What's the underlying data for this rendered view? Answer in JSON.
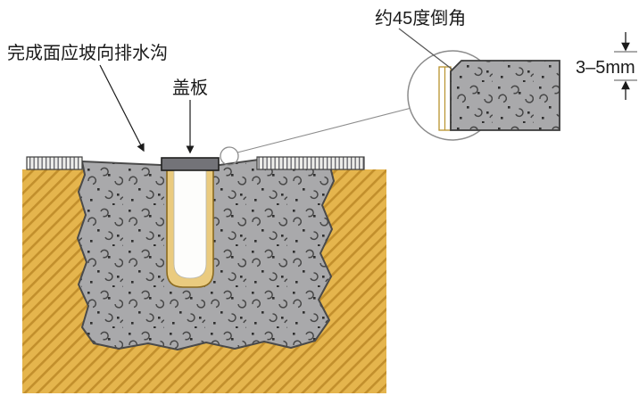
{
  "diagram": {
    "labels": {
      "finished_surface": "完成面应坡向排水沟",
      "cover_plate": "盖板",
      "chamfer_note": "约45度倒角",
      "gap_dimension": "3–5mm"
    },
    "colors": {
      "earth": "#E5B54D",
      "earth_hatch": "#C28F2C",
      "concrete": "#A9A9AB",
      "cover_plate": "#737378",
      "channel_wall": "#EACB7F",
      "outline": "#3C3C3C"
    }
  }
}
